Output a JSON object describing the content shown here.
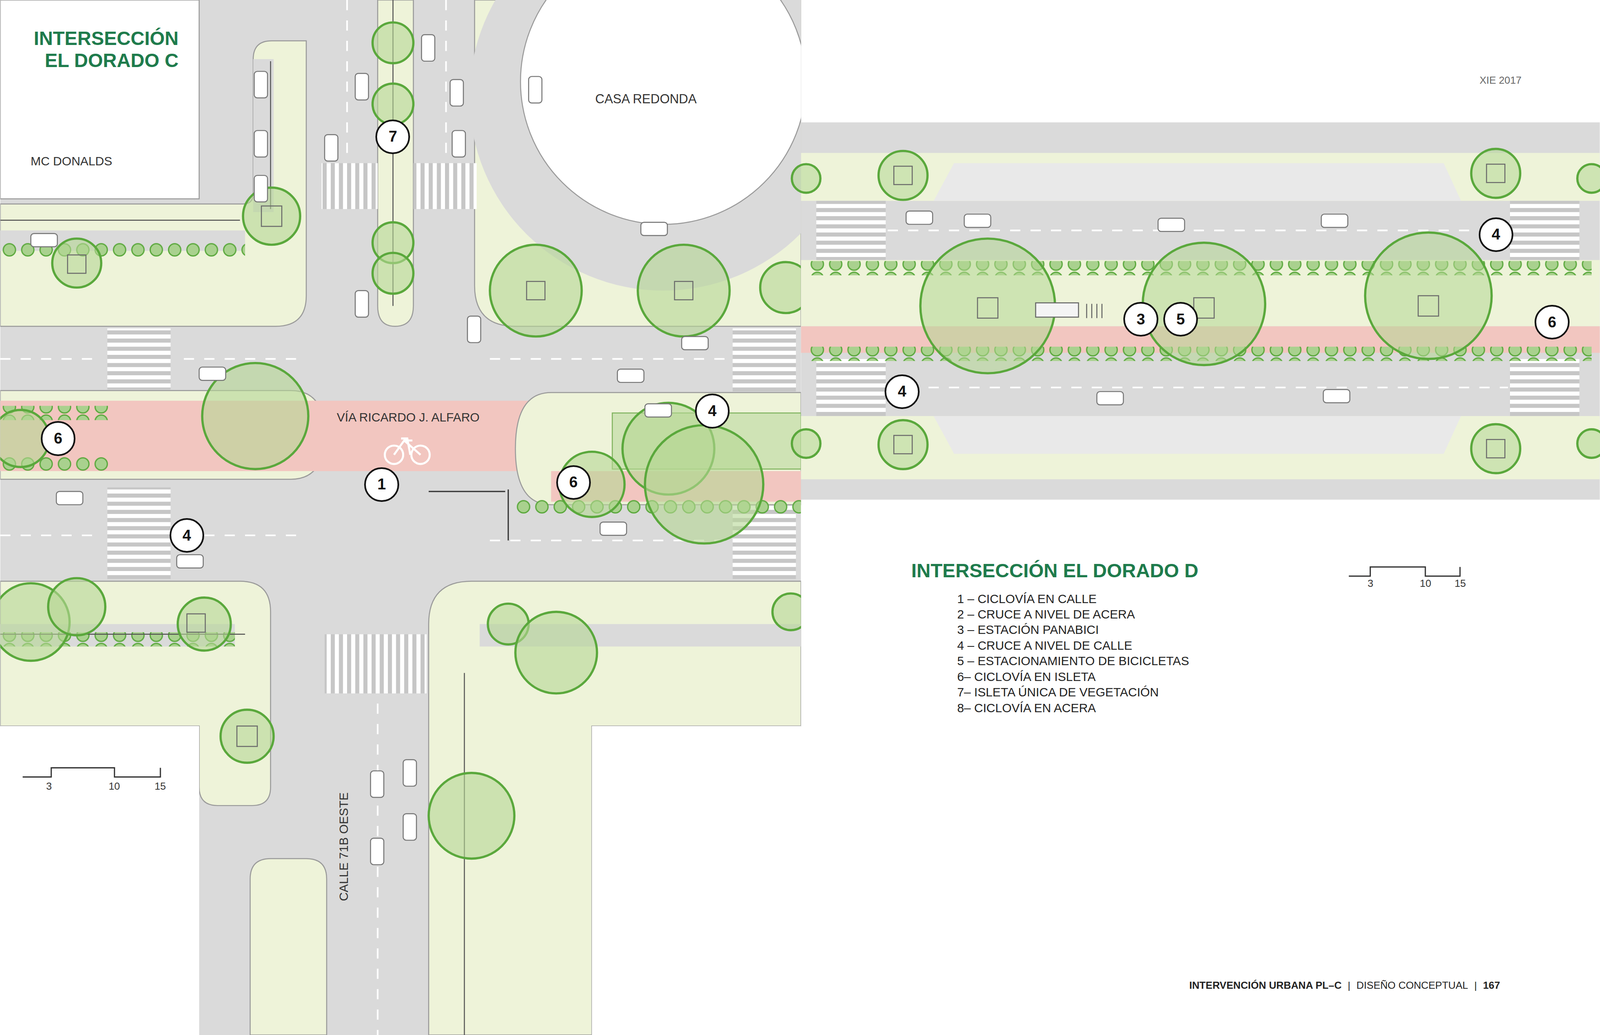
{
  "diagram": {
    "title": "INTERSECCIÓN EL DORADO C",
    "nodes": [
      {
        "text": [
          "7"
        ]
      },
      {
        "text": [
          "4"
        ]
      },
      {
        "text": [
          "3"
        ]
      },
      {
        "text": [
          "5"
        ]
      },
      {
        "text": [
          "6"
        ]
      },
      {
        "text": [
          "4"
        ]
      },
      {
        "text": [
          "4"
        ]
      },
      {
        "text": [
          "6"
        ]
      },
      {
        "text": [
          "6"
        ]
      },
      {
        "text": [
          "1"
        ]
      },
      {
        "text": [
          "4"
        ]
      }
    ],
    "labels": [
      "MC DONALDS",
      "CASA REDONDA",
      "VÍA RICARDO J. ALFARO",
      "CALLE 71B OESTE",
      "3",
      "10",
      "15",
      "XIE 2017",
      "INTERSECCIÓN EL DORADO D",
      "3",
      "10",
      "15",
      "1 – CICLOVÍA EN CALLE",
      "2 – CRUCE A NIVEL DE ACERA",
      "3 – ESTACIÓN PANABICI",
      "4 – CRUCE A NIVEL DE CALLE",
      "5 – ESTACIONAMIENTO DE BICICLETAS",
      "6– CICLOVÍA EN ISLETA",
      "7– ISLETA ÚNICA DE VEGETACIÓN",
      "8– CICLOVÍA EN ACERA",
      "INTERVENCIÓN URBANA PL–C",
      "|",
      "DISEÑO CONCEPTUAL",
      "|",
      "167"
    ]
  }
}
